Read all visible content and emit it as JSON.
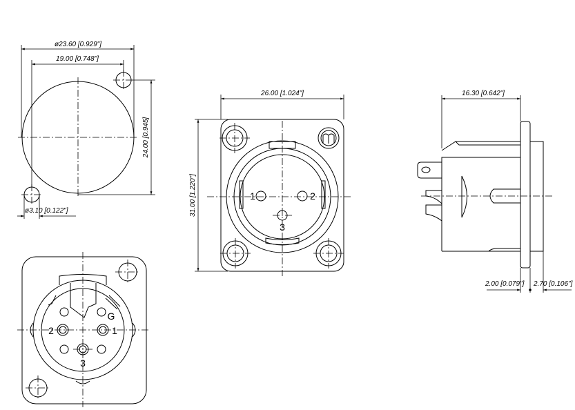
{
  "drawing": {
    "colors": {
      "line": "#000000",
      "background": "#ffffff"
    },
    "cutout_view": {
      "dim_diameter": "ø23.60 [0.929\"]",
      "dim_hole_spacing": "19.00 [0.748\"]",
      "dim_height": "24.00 [0.945]",
      "dim_hole_diameter": "ø3.10 [0.122\"]"
    },
    "front_view": {
      "dim_width": "26.00 [1.024\"]",
      "dim_height": "31.00 [1.220\"]",
      "pins": [
        "1",
        "2",
        "3"
      ]
    },
    "side_view": {
      "dim_depth": "16.30 [0.642\"]",
      "dim_flange": "2.00 [0.079\"]",
      "dim_front": "2.70 [0.106\"]"
    },
    "rear_view": {
      "pins": [
        "1",
        "2",
        "3"
      ],
      "ground_label": "G"
    }
  }
}
